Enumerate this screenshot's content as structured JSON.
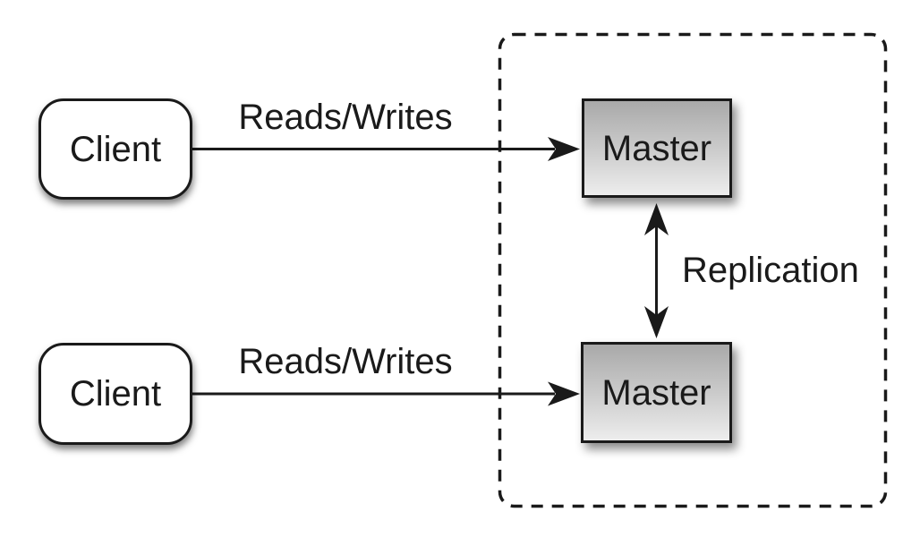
{
  "diagram": {
    "nodes": {
      "client_top": {
        "label": "Client"
      },
      "client_bottom": {
        "label": "Client"
      },
      "master_top": {
        "label": "Master"
      },
      "master_bottom": {
        "label": "Master"
      }
    },
    "edges": {
      "client_top_to_master_top": {
        "label": "Reads/Writes"
      },
      "client_bottom_to_master_bottom": {
        "label": "Reads/Writes"
      },
      "master_to_master": {
        "label": "Replication"
      }
    },
    "colors": {
      "background": "#ffffff",
      "stroke": "#1a1a1a",
      "text": "#1a1a1a",
      "client_fill": "#ffffff",
      "master_fill_top": "#a9a9a9",
      "master_fill_bottom": "#ededed"
    }
  }
}
